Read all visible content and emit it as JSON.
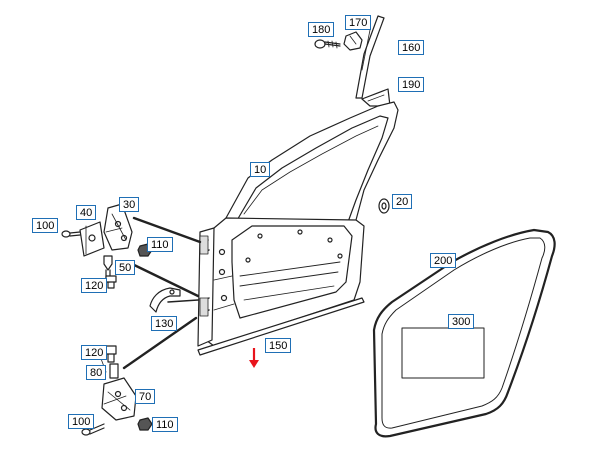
{
  "diagram": {
    "colors": {
      "line": "#222222",
      "callout_border": "#1f6fb5",
      "arrow": "#e8141c",
      "fill": "#ffffff",
      "shade": "#9a9a9a"
    },
    "callouts": {
      "c180": "180",
      "c170": "170",
      "c160": "160",
      "c190": "190",
      "c10": "10",
      "c20": "20",
      "c30": "30",
      "c40": "40",
      "c100a": "100",
      "c110a": "110",
      "c50": "50",
      "c120a": "120",
      "c130": "130",
      "c150": "150",
      "c200": "200",
      "c300": "300",
      "c120b": "120",
      "c80": "80",
      "c70": "70",
      "c100b": "100",
      "c110b": "110"
    }
  }
}
